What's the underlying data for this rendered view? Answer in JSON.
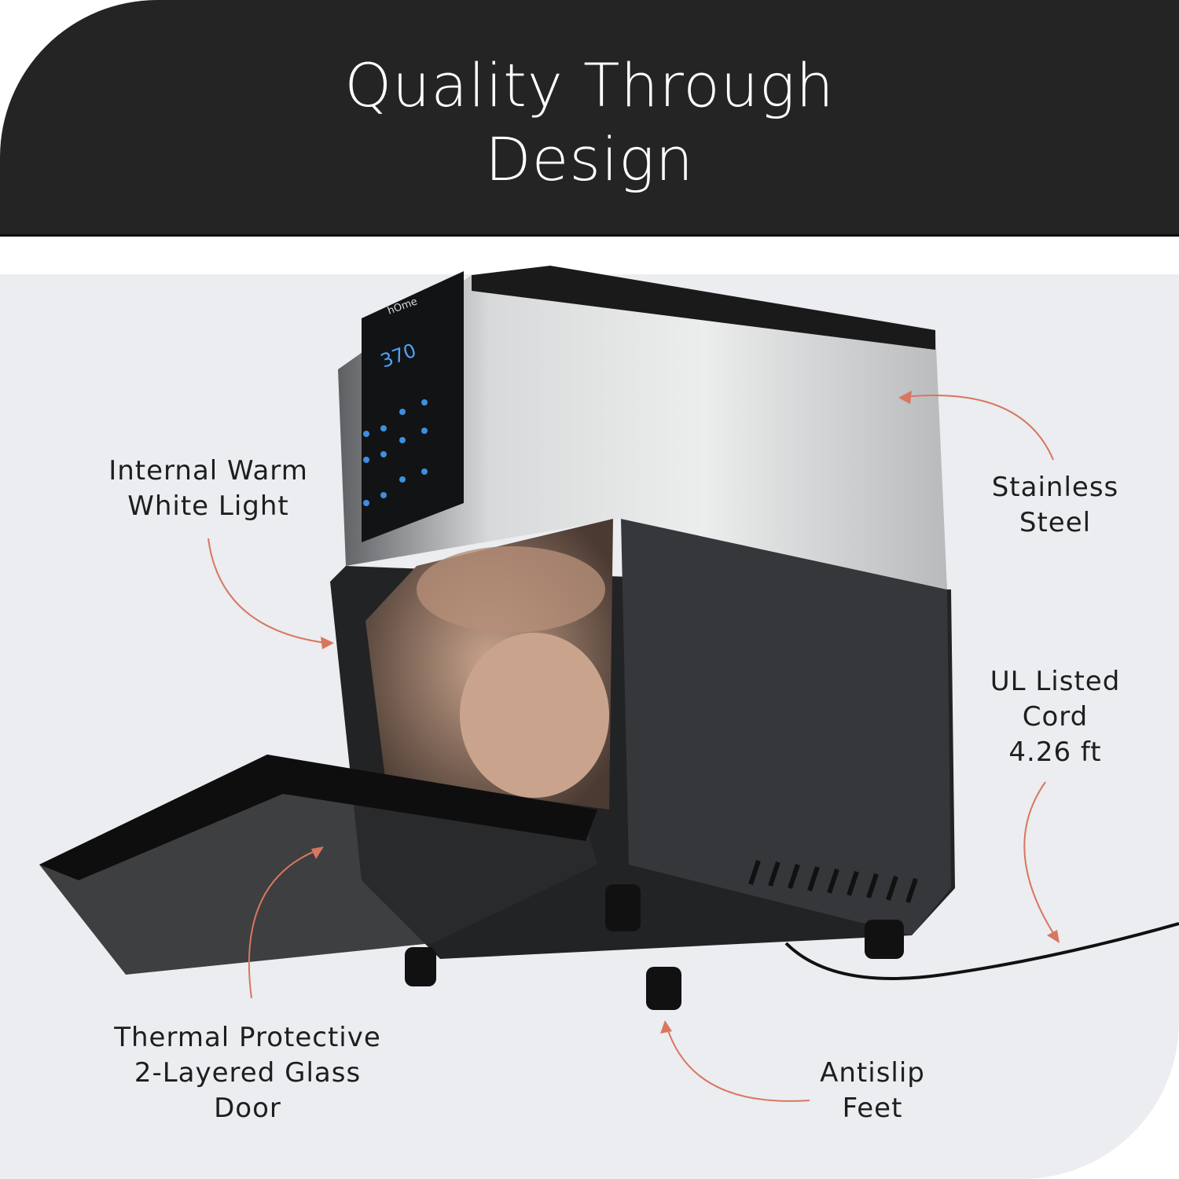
{
  "header": {
    "title_line1": "Quality Through",
    "title_line2": "Design"
  },
  "product": {
    "brand": "hOme",
    "display": "370"
  },
  "callouts": [
    {
      "lines": [
        "Internal Warm",
        "White Light"
      ]
    },
    {
      "lines": [
        "Stainless",
        "Steel"
      ]
    },
    {
      "lines": [
        "UL Listed",
        "Cord",
        "4.26 ft"
      ]
    },
    {
      "lines": [
        "Thermal Protective",
        "2-Layered Glass",
        "Door"
      ]
    },
    {
      "lines": [
        "Antislip",
        "Feet"
      ]
    }
  ],
  "colors": {
    "banner": "#232423",
    "panel": "#ebedf0",
    "arrow": "#d9765f"
  }
}
